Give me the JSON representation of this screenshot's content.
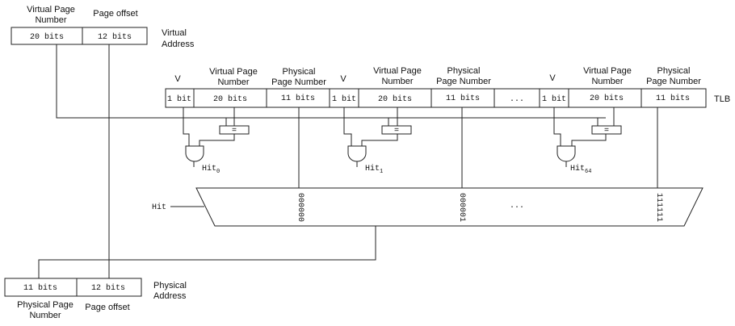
{
  "virtual_address": {
    "title": "Virtual Address",
    "vpn_header": "Virtual Page Number",
    "offset_header": "Page offset",
    "vpn_bits": "20 bits",
    "offset_bits": "12 bits"
  },
  "tlb": {
    "label": "TLB",
    "entries": [
      {
        "v_header": "V",
        "vpn_header": "Virtual Page Number",
        "ppn_header": "Physical Page Number",
        "v_bits": "1 bit",
        "vpn_bits": "20 bits",
        "ppn_bits": "11 bits",
        "comparator": "=",
        "hit_base": "Hit",
        "hit_sub": "0"
      },
      {
        "v_header": "V",
        "vpn_header": "Virtual Page Number",
        "ppn_header": "Physical Page Number",
        "v_bits": "1 bit",
        "vpn_bits": "20 bits",
        "ppn_bits": "11 bits",
        "comparator": "=",
        "hit_base": "Hit",
        "hit_sub": "1"
      },
      {
        "v_header": "V",
        "vpn_header": "Virtual Page Number",
        "ppn_header": "Physical Page Number",
        "v_bits": "1 bit",
        "vpn_bits": "20 bits",
        "ppn_bits": "11 bits",
        "comparator": "=",
        "hit_base": "Hit",
        "hit_sub": "64"
      }
    ],
    "ellipsis": "..."
  },
  "mux": {
    "input_label": "Hit",
    "select_labels": [
      "000000",
      "000001",
      "111111"
    ],
    "ellipsis": "..."
  },
  "physical_address": {
    "title": "Physical Address",
    "ppn_footer": "Physical Page Number",
    "offset_footer": "Page offset",
    "ppn_bits": "11 bits",
    "offset_bits": "12 bits"
  }
}
